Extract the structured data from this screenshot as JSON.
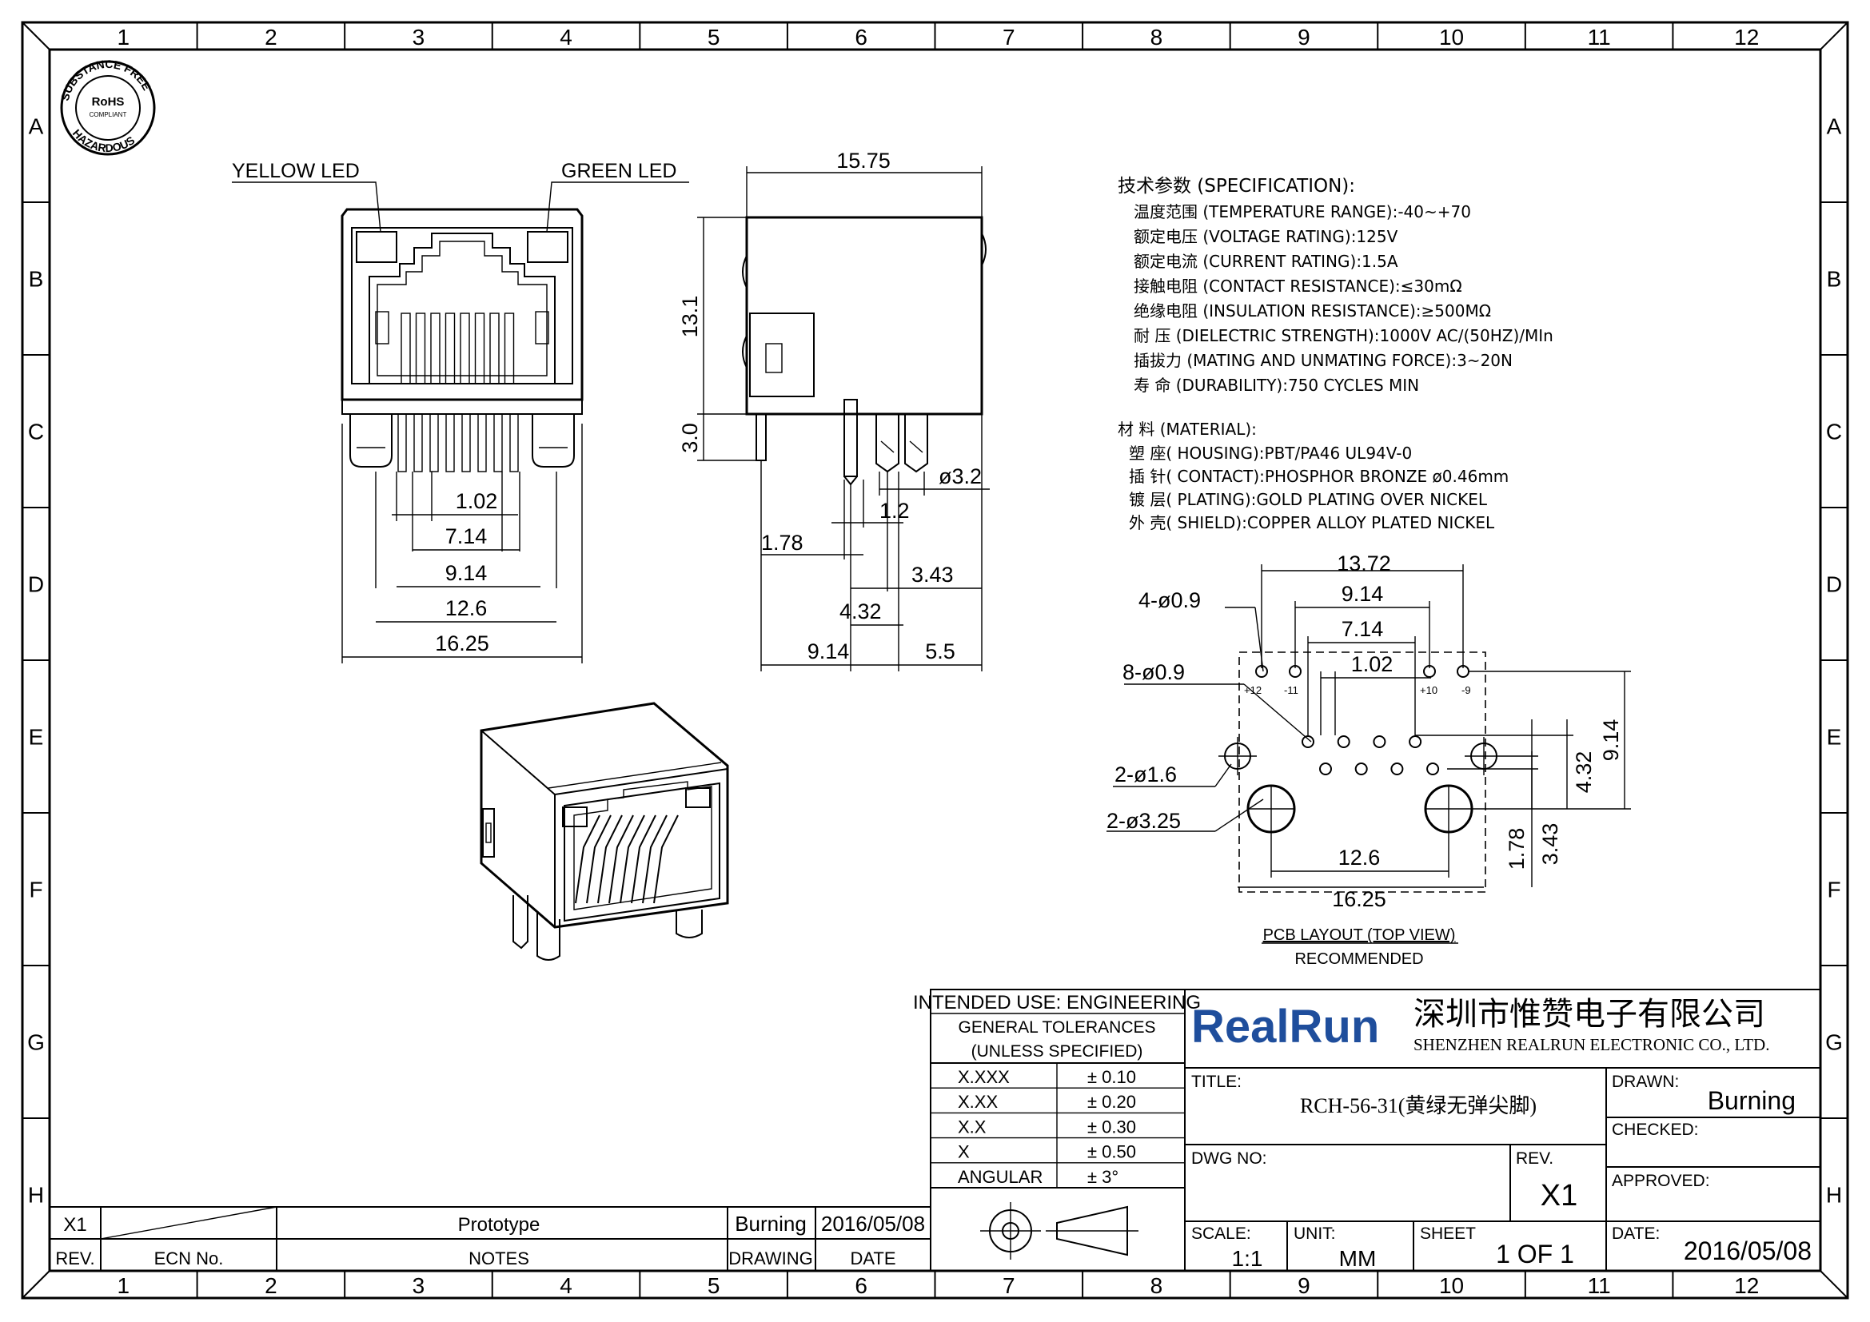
{
  "border": {
    "columns": [
      "1",
      "2",
      "3",
      "4",
      "5",
      "6",
      "7",
      "8",
      "9",
      "10",
      "11",
      "12"
    ],
    "rows": [
      "A",
      "B",
      "C",
      "D",
      "E",
      "F",
      "G",
      "H"
    ]
  },
  "rohs": {
    "center": "RoHS",
    "sub": "COMPLIANT",
    "ring_top": "SUBSTANCE FREE",
    "ring_bottom": "HAZARDOUS"
  },
  "front_view": {
    "yellow_led": "YELLOW LED",
    "green_led": "GREEN LED",
    "dims": [
      "1.02",
      "7.14",
      "9.14",
      "12.6",
      "16.25"
    ]
  },
  "side_view": {
    "dims": [
      "15.75",
      "13.1",
      "3.0",
      "ø3.2",
      "1.2",
      "1.78",
      "3.43",
      "4.32",
      "9.14",
      "5.5"
    ]
  },
  "specification": {
    "heading": "技术参数 (SPECIFICATION):",
    "lines": [
      "温度范围 (TEMPERATURE RANGE):-40~+70",
      "额定电压 (VOLTAGE RATING):125V",
      "额定电流 (CURRENT RATING):1.5A",
      "接触电阻 (CONTACT RESISTANCE):≤30mΩ",
      "绝缘电阻 (INSULATION RESISTANCE):≥500MΩ",
      "耐 压 (DIELECTRIC STRENGTH):1000V AC/(50HZ)/MIn",
      "插拔力 (MATING AND UNMATING FORCE):3~20N",
      "寿 命 (DURABILITY):750 CYCLES MIN"
    ],
    "material_heading": "材 料 (MATERIAL):",
    "material_lines": [
      "塑 座( HOUSING):PBT/PA46 UL94V-0",
      "插 针( CONTACT):PHOSPHOR BRONZE ø0.46mm",
      "镀 层( PLATING):GOLD PLATING OVER NICKEL",
      "外 壳( SHIELD):COPPER ALLOY PLATED NICKEL"
    ]
  },
  "pcb_layout": {
    "dims": [
      "13.72",
      "9.14",
      "7.14",
      "1.02",
      "4-ø0.9",
      "8-ø0.9",
      "2-ø1.6",
      "2-ø3.25",
      "12.6",
      "16.25",
      "9.14",
      "4.32",
      "3.43",
      "1.78"
    ],
    "pin_labels": [
      "+12",
      "-11",
      "+10",
      "-9"
    ],
    "caption": "PCB LAYOUT (TOP VIEW)",
    "recommended": "RECOMMENDED"
  },
  "title_block": {
    "intended_use": "INTENDED USE: ENGINEERING",
    "general_tol_1": "GENERAL TOLERANCES",
    "general_tol_2": "(UNLESS SPECIFIED)",
    "tolerances": [
      {
        "label": "X.XXX",
        "value": "± 0.10"
      },
      {
        "label": "X.XX",
        "value": "± 0.20"
      },
      {
        "label": "X.X",
        "value": "± 0.30"
      },
      {
        "label": "X",
        "value": "± 0.50"
      },
      {
        "label": "ANGULAR",
        "value": "± 3°"
      }
    ],
    "company_logo": "RealRun",
    "company_cn": "深圳市惟赞电子有限公司",
    "company_en": "SHENZHEN REALRUN ELECTRONIC CO., LTD.",
    "title_label": "TITLE:",
    "title_value": "RCH-56-31(黄绿无弹尖脚)",
    "drawn_label": "DRAWN:",
    "drawn_value": "Burning",
    "checked_label": "CHECKED:",
    "dwg_label": "DWG NO:",
    "rev_label": "REV.",
    "rev_value": "X1",
    "approved_label": "APPROVED:",
    "scale_label": "SCALE:",
    "scale_value": "1:1",
    "unit_label": "UNIT:",
    "unit_value": "MM",
    "sheet_label": "SHEET",
    "sheet_value": "1 OF 1",
    "date_label": "DATE:",
    "date_value": "2016/05/08"
  },
  "revision_block": {
    "rev": "X1",
    "notes": "Prototype",
    "drawing": "Burning",
    "date": "2016/05/08",
    "h_rev": "REV.",
    "h_ecn": "ECN No.",
    "h_notes": "NOTES",
    "h_drawing": "DRAWING",
    "h_date": "DATE"
  }
}
